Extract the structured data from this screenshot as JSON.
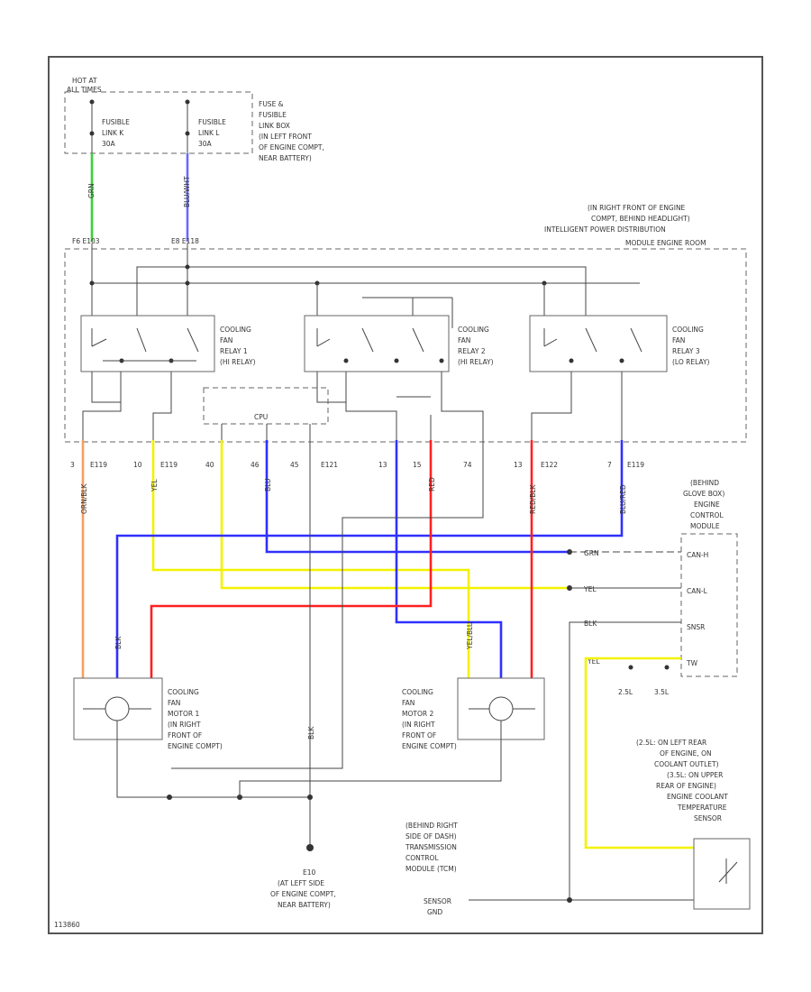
{
  "diagram_id": "113860",
  "colors": {
    "grn": "#3ad13a",
    "blu": "#3030ff",
    "yel": "#f2f200",
    "red": "#ff2020",
    "orn": "#f5a060",
    "blk": "#444444",
    "frame": "#555555"
  },
  "labels": {
    "hot_at": "HOT AT",
    "all_times": "ALL TIMES",
    "fuse_link_box": [
      "FUSE &",
      "FUSIBLE",
      "LINK BOX",
      "(IN LEFT FRONT",
      "OF ENGINE COMPT,",
      "NEAR BATTERY)"
    ],
    "fusible_k": [
      "FUSIBLE",
      "LINK K",
      "30A"
    ],
    "fusible_l": [
      "FUSIBLE",
      "LINK L",
      "30A"
    ],
    "ipdm_location": [
      "(IN RIGHT FRONT OF ENGINE",
      "COMPT, BEHIND HEADLIGHT)",
      "INTELLIGENT POWER DISTRIBUTION",
      "MODULE ENGINE ROOM"
    ],
    "relay1": [
      "COOLING",
      "FAN",
      "RELAY 1",
      "(HI RELAY)"
    ],
    "relay2": [
      "COOLING",
      "FAN",
      "RELAY 2",
      "(HI RELAY)"
    ],
    "relay3": [
      "COOLING",
      "FAN",
      "RELAY 3",
      "(LO RELAY)"
    ],
    "cpu": "CPU",
    "ecm": [
      "(BEHIND",
      "GLOVE BOX)",
      "ENGINE",
      "CONTROL",
      "MODULE"
    ],
    "ecm_pins": [
      "CAN-H",
      "CAN-L",
      "SNSR",
      "TW"
    ],
    "ecm_wires": [
      "GRN",
      "YEL",
      "BLK",
      "YEL"
    ],
    "motor1": [
      "COOLING",
      "FAN",
      "MOTOR 1",
      "(IN RIGHT",
      "FRONT OF",
      "ENGINE COMPT)"
    ],
    "motor2": [
      "COOLING",
      "FAN",
      "MOTOR 2",
      "(IN RIGHT",
      "FRONT OF",
      "ENGINE COMPT)"
    ],
    "sensor": [
      "(2.5L: ON LEFT REAR",
      "OF ENGINE, ON",
      "COOLANT OUTLET)",
      "(3.5L: ON UPPER",
      "REAR OF ENGINE)",
      "ENGINE COOLANT",
      "TEMPERATURE",
      "SENSOR"
    ],
    "tcm": [
      "(BEHIND RIGHT",
      "SIDE OF DASH)",
      "TRANSMISSION",
      "CONTROL",
      "MODULE (TCM)"
    ],
    "ground": [
      "E10",
      "(AT LEFT SIDE",
      "OF ENGINE COMPT,",
      "NEAR BATTERY)"
    ],
    "sensor_gnd": [
      "SENSOR",
      "GND"
    ],
    "variants": [
      "2.5L",
      "3.5L"
    ],
    "connector_k": "F6 E103",
    "connector_l": "E8 E118",
    "pin_row": [
      "3",
      "E119",
      "10",
      "E119",
      "40",
      "46",
      "45",
      "E121",
      "13",
      "15",
      "74",
      "13",
      "E122",
      "7",
      "E119"
    ],
    "wire_codes": [
      "GRN",
      "BLU/WHT",
      "ORN/BLK",
      "YEL",
      "BLU",
      "RED",
      "RED/BLK",
      "BLK",
      "BLU/RED",
      "YEL/BLU",
      "BLK"
    ]
  }
}
